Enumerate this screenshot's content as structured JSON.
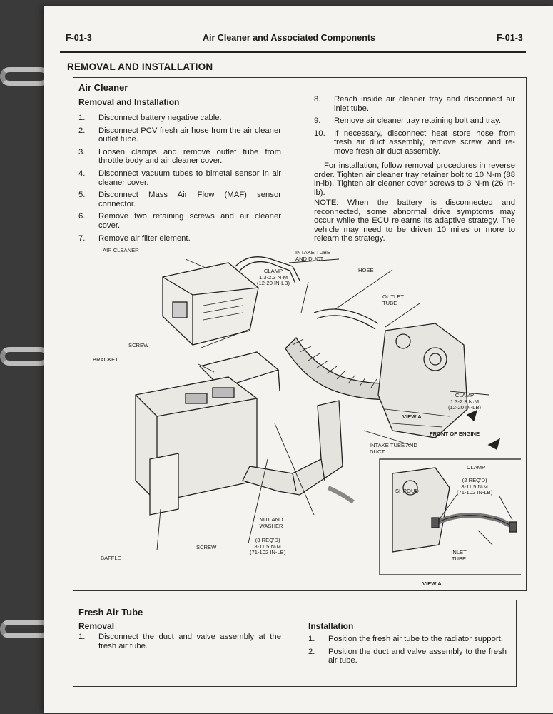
{
  "header": {
    "code_left": "F-01-3",
    "title": "Air Cleaner and Associated Components",
    "code_right": "F-01-3"
  },
  "section_title": "REMOVAL AND INSTALLATION",
  "air_cleaner": {
    "title": "Air Cleaner",
    "subtitle": "Removal and Installation",
    "steps": [
      {
        "num": "1.",
        "text": "Disconnect battery negative cable."
      },
      {
        "num": "2.",
        "text": "Disconnect PCV fresh air hose from the air cleaner outlet tube."
      },
      {
        "num": "3.",
        "text": "Loosen clamps and remove outlet tube from throttle body and air cleaner cover."
      },
      {
        "num": "4.",
        "text": "Disconnect vacuum tubes to bimetal sensor in air cleaner cover."
      },
      {
        "num": "5.",
        "text": "Disconnect Mass Air Flow (MAF) sensor connector."
      },
      {
        "num": "6.",
        "text": "Remove two retaining screws and air cleaner cover."
      },
      {
        "num": "7.",
        "text": "Remove air filter element."
      },
      {
        "num": "8.",
        "text": "Reach inside air cleaner tray and disconnect air inlet tube."
      },
      {
        "num": "9.",
        "text": "Remove air cleaner tray retaining bolt and tray."
      },
      {
        "num": "10.",
        "text": "If necessary, disconnect heat store hose from fresh air duct assembly, remove screw, and re-move fresh air duct assembly."
      }
    ],
    "installation_note": "For installation, follow removal procedures in reverse order. Tighten air cleaner tray retainer bolt to 10 N·m (88 in-lb). Tighten air cleaner cover screws to 3 N·m (26 in-lb).",
    "battery_note": "NOTE: When the battery is disconnected and reconnected, some abnormal drive symptoms may occur while the ECU relearns its adaptive strategy. The vehicle may need to be driven 10 miles or more to relearn the strategy."
  },
  "diagram": {
    "labels": {
      "air_cleaner": "AIR CLEANER",
      "intake_tube_duct_top": "INTAKE TUBE AND DUCT",
      "clamp_top_title": "CLAMP",
      "clamp_top_torque1": "1.3-2.3 N·m",
      "clamp_top_torque2": "(12-20 IN-LB)",
      "hose": "HOSE",
      "outlet_tube": "OUTLET TUBE",
      "screw_top": "SCREW",
      "bracket": "BRACKET",
      "clamp_right_title": "CLAMP",
      "clamp_right_torque1": "1.3-2.3 N·m",
      "clamp_right_torque2": "(12-20 IN-LB)",
      "view_a_callout": "VIEW A",
      "front_of_engine": "FRONT OF ENGINE",
      "intake_tube_duct_bottom": "INTAKE TUBE AND DUCT",
      "nut_washer": "NUT AND WASHER",
      "nut_qty": "(3 REQ'D)",
      "nut_torque1": "8-11.5 N·m",
      "nut_torque2": "(71-102 IN-LB)",
      "screw_bottom": "SCREW",
      "baffle": "BAFFLE",
      "inset_clamp": "CLAMP",
      "inset_qty": "(2 REQ'D)",
      "inset_torque1": "8-11.5 N·m",
      "inset_torque2": "(71-102 IN-LB)",
      "shroud": "SHROUD",
      "inlet_tube": "INLET TUBE",
      "inset_view_a": "VIEW A"
    }
  },
  "fresh_air_tube": {
    "title": "Fresh Air Tube",
    "removal_title": "Removal",
    "removal_steps": [
      {
        "num": "1.",
        "text": "Disconnect the duct and valve assembly at the fresh air tube."
      }
    ],
    "installation_title": "Installation",
    "installation_steps": [
      {
        "num": "1.",
        "text": "Position the fresh air tube to the radiator support."
      },
      {
        "num": "2.",
        "text": "Position the duct and valve assembly to the fresh air tube."
      }
    ]
  }
}
